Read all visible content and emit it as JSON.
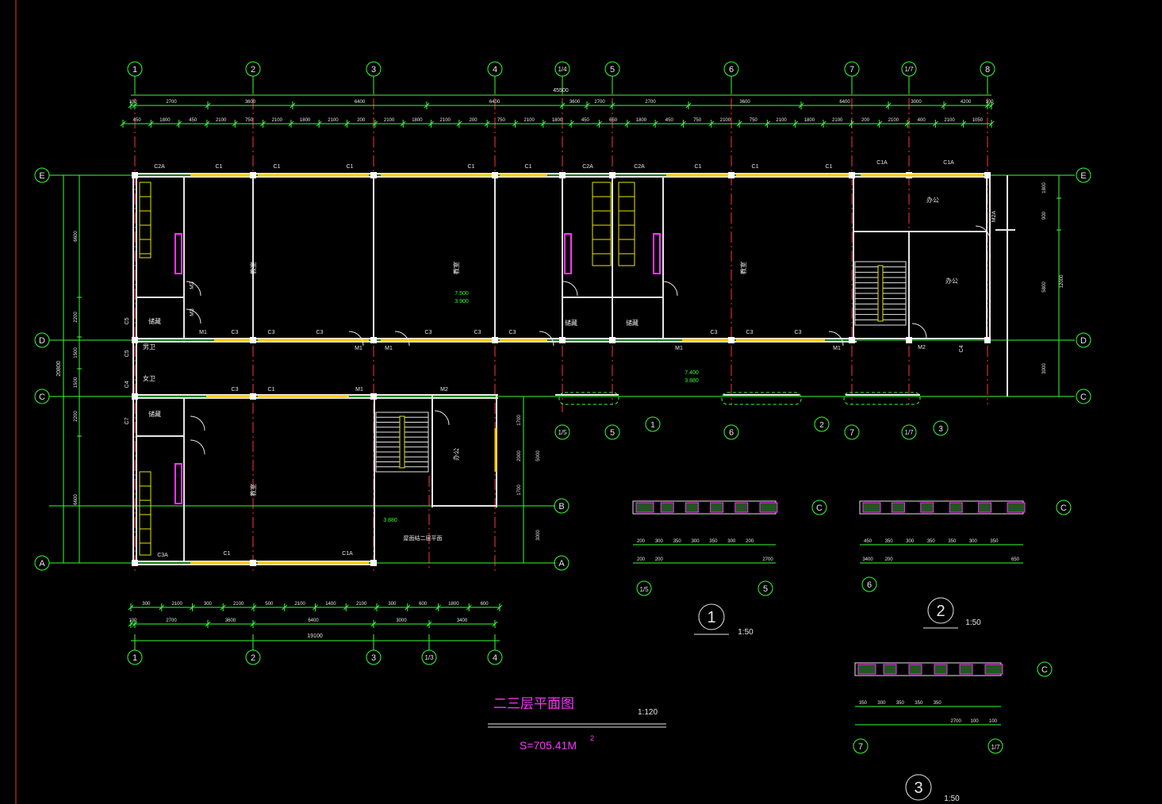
{
  "colors": {
    "background": "#000000",
    "wall": "#e6e6e6",
    "grid_axis": "#ff3333",
    "dimension": "#33ff33",
    "window": "#ffcc00",
    "title": "#ff33ff",
    "stair": "#e6e600"
  },
  "axes_top": [
    "1",
    "2",
    "3",
    "4",
    "1/4",
    "5",
    "6",
    "7",
    "1/7",
    "8"
  ],
  "axes_bottom": [
    "1",
    "2",
    "3",
    "1/3",
    "4"
  ],
  "axes_left": [
    "E",
    "D",
    "C",
    "A"
  ],
  "axes_right": [
    "E",
    "D",
    "C",
    "B",
    "A"
  ],
  "dims_top": {
    "overall": "45500",
    "row1": [
      "100",
      "2700",
      "3600",
      "6400",
      "6400",
      "3600",
      "2700",
      "2700",
      "3600",
      "6400",
      "3000",
      "4200",
      "100"
    ],
    "row2": [
      "450",
      "1800",
      "450",
      "2100",
      "750",
      "2100",
      "1800",
      "2100",
      "200",
      "2100",
      "1800",
      "2100",
      "200",
      "750",
      "2100",
      "1800",
      "450",
      "650",
      "1800",
      "450",
      "750",
      "2100",
      "750",
      "2100",
      "1800",
      "2100",
      "200",
      "2100",
      "400",
      "2100",
      "1050"
    ]
  },
  "dims_bottom": {
    "overall": "19100",
    "row1": [
      "100",
      "2700",
      "3600",
      "6400",
      "3000",
      "3400"
    ],
    "row2": [
      "300",
      "2100",
      "300",
      "2100",
      "500",
      "2100",
      "1400",
      "2100",
      "300",
      "600",
      "1800",
      "600"
    ]
  },
  "dims_left": [
    "6600",
    "2200",
    "1500",
    "1500",
    "2200",
    "6600",
    "20800"
  ],
  "dims_right": [
    "1800",
    "900",
    "3000",
    "5800",
    "12000",
    "3000",
    "1700",
    "2000",
    "5000",
    "1700"
  ],
  "window_tags": [
    "C2A",
    "C1",
    "C1",
    "C1",
    "C1",
    "C1",
    "C2A",
    "C2A",
    "C1",
    "C1",
    "C1",
    "C1A",
    "C1A",
    "C3",
    "C3",
    "C3",
    "C3",
    "C3",
    "C3",
    "C3",
    "C3",
    "C3",
    "C3",
    "C1",
    "C1",
    "C1A",
    "C3A",
    "C4",
    "C5",
    "C5",
    "C4",
    "C7"
  ],
  "door_tags": [
    "M1",
    "M1",
    "M1",
    "M1",
    "M1",
    "M1",
    "M2",
    "M2",
    "M2A",
    "M3",
    "M3"
  ],
  "room_labels": [
    "教室",
    "教室",
    "教室",
    "教室",
    "办公",
    "办公",
    "办公",
    "储藏",
    "储藏",
    "储藏",
    "储藏",
    "男卫",
    "女卫"
  ],
  "elevations": [
    "7.500",
    "3.900",
    "7.400",
    "3.880",
    "3.880"
  ],
  "notes": [
    "屋面结二层平面"
  ],
  "detail_callouts": [
    "1",
    "2",
    "3"
  ],
  "details": [
    {
      "num": "1",
      "scale": "1:50",
      "axes": [
        "1/5",
        "5",
        "C"
      ],
      "dims": [
        "200",
        "300",
        "350",
        "300",
        "350",
        "300",
        "200",
        "2700",
        "200",
        "200"
      ]
    },
    {
      "num": "2",
      "scale": "1:50",
      "axes": [
        "6",
        "C"
      ],
      "dims": [
        "450",
        "350",
        "300",
        "350",
        "350",
        "300",
        "350",
        "650",
        "3400",
        "200"
      ]
    },
    {
      "num": "3",
      "scale": "1:50",
      "axes": [
        "7",
        "1/7",
        "C"
      ],
      "dims": [
        "350",
        "300",
        "350",
        "350",
        "350",
        "2700",
        "100",
        "100"
      ]
    }
  ],
  "drawing_title": "二三层平面图",
  "drawing_scale": "1:120",
  "area_prefix": "S=705.41M",
  "area_sup": "2"
}
